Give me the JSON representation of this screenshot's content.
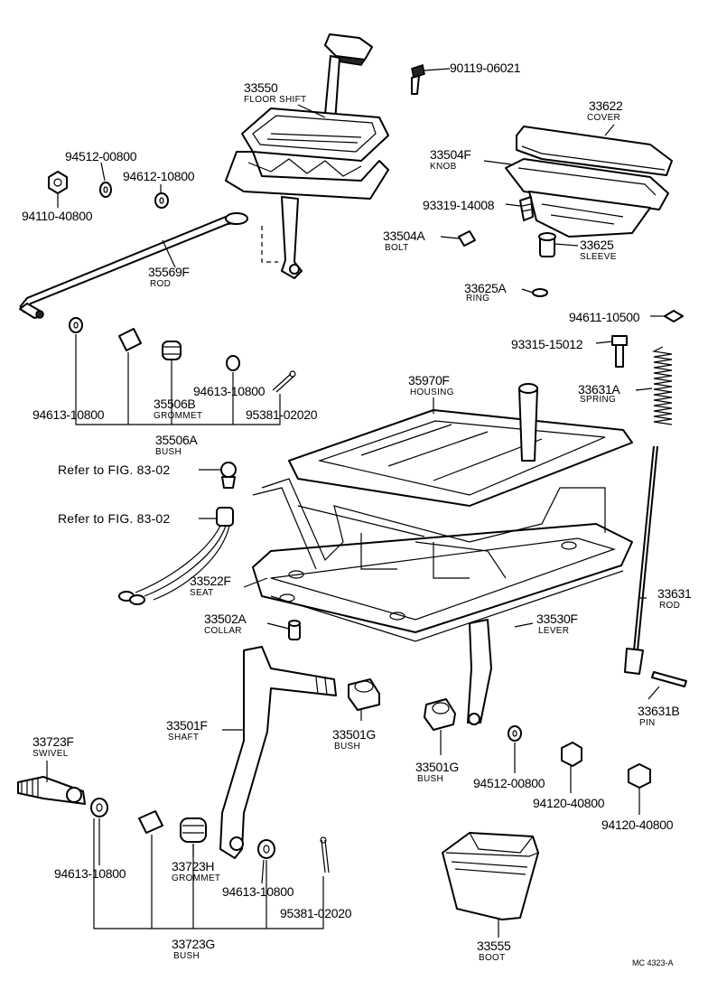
{
  "labels": {
    "p33550": "33550",
    "n33550": "FLOOR SHIFT",
    "p90119": "90119-06021",
    "p94512a": "94512-00800",
    "p94612": "94612-10800",
    "p94110": "94110-40800",
    "p33622": "33622",
    "n33622": "COVER",
    "p33504F": "33504F",
    "n33504F": "KNOB",
    "p93319": "93319-14008",
    "p33504A": "33504A",
    "n33504A": "BOLT",
    "p33625": "33625",
    "n33625": "SLEEVE",
    "p35569F": "35569F",
    "n35569F": "ROD",
    "p33625A": "33625A",
    "n33625A": "RING",
    "p94611": "94611-10500",
    "p93315": "93315-15012",
    "p33631A": "33631A",
    "n33631A": "SPRING",
    "p35970F": "35970F",
    "n35970F": "HOUSING",
    "p94613a": "94613-10800",
    "p35506B": "35506B",
    "n35506B": "GROMMET",
    "p94613b": "94613-10800",
    "p95381a": "95381-02020",
    "p35506A": "35506A",
    "n35506A": "BUSH",
    "ref1": "Refer to FIG. 83-02",
    "ref2": "Refer to FIG. 83-02",
    "p33522F": "33522F",
    "n33522F": "SEAT",
    "p33631": "33631",
    "n33631": "ROD",
    "p33502A": "33502A",
    "n33502A": "COLLAR",
    "p33530F": "33530F",
    "n33530F": "LEVER",
    "p33631B": "33631B",
    "n33631B": "PIN",
    "p33501F": "33501F",
    "n33501F": "SHAFT",
    "p33501Ga": "33501G",
    "n33501Ga": "BUSH",
    "p33723F": "33723F",
    "n33723F": "SWIVEL",
    "p33501Gb": "33501G",
    "n33501Gb": "BUSH",
    "p94512b": "94512-00800",
    "p94120a": "94120-40800",
    "p94120b": "94120-40800",
    "p94613c": "94613-10800",
    "p33723H": "33723H",
    "n33723H": "GROMMET",
    "p94613d": "94613-10800",
    "p95381b": "95381-02020",
    "p33723G": "33723G",
    "n33723G": "BUSH",
    "p33555": "33555",
    "n33555": "BOOT",
    "code": "MC 4323-A"
  }
}
